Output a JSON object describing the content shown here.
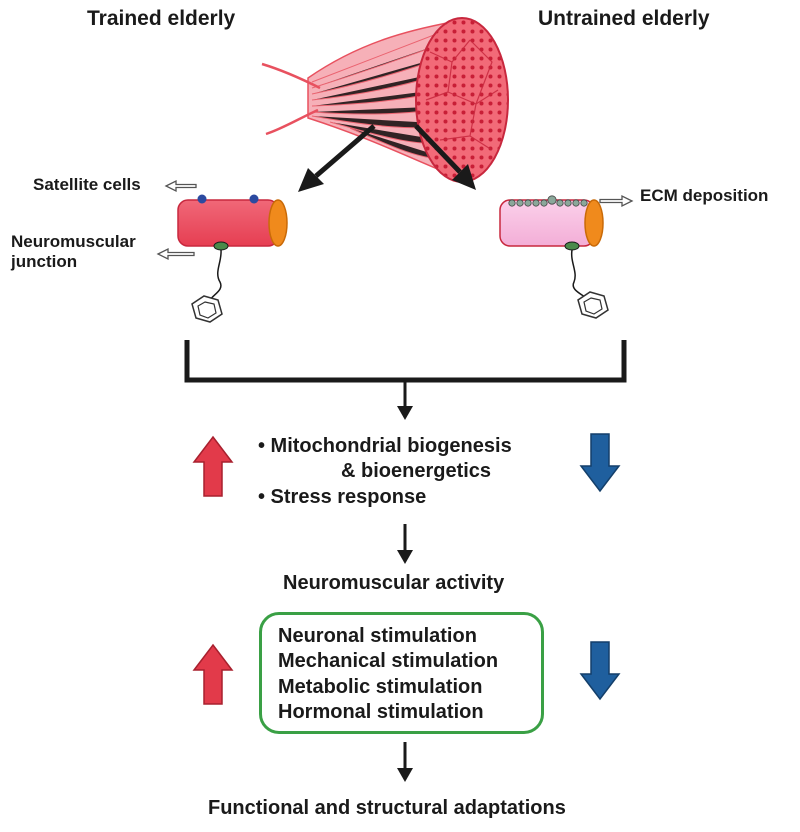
{
  "groups": {
    "trained": "Trained elderly",
    "untrained": "Untrained elderly"
  },
  "fiber_labels": {
    "satellite_cells": "Satellite cells",
    "neuromuscular_junction_line1": "Neuromuscular",
    "neuromuscular_junction_line2": "junction",
    "ecm_deposition": "ECM deposition"
  },
  "effects": {
    "mito_line1": "• Mitochondrial biogenesis",
    "mito_line2": "& bioenergetics",
    "stress": "• Stress response"
  },
  "activity": "Neuromuscular activity",
  "stimulation": [
    "Neuronal stimulation",
    "Mechanical stimulation",
    "Metabolic stimulation",
    "Hormonal stimulation"
  ],
  "outcome": "Functional and structural adaptations",
  "colors": {
    "up_arrow": "#e23a4a",
    "down_arrow": "#1f5f9e",
    "trained_fiber": "#ee4a5c",
    "untrained_fiber": "#f6b6dc",
    "fiber_end": "#f08a1c",
    "box_border": "#3aa045",
    "muscle": "#e8515f"
  }
}
